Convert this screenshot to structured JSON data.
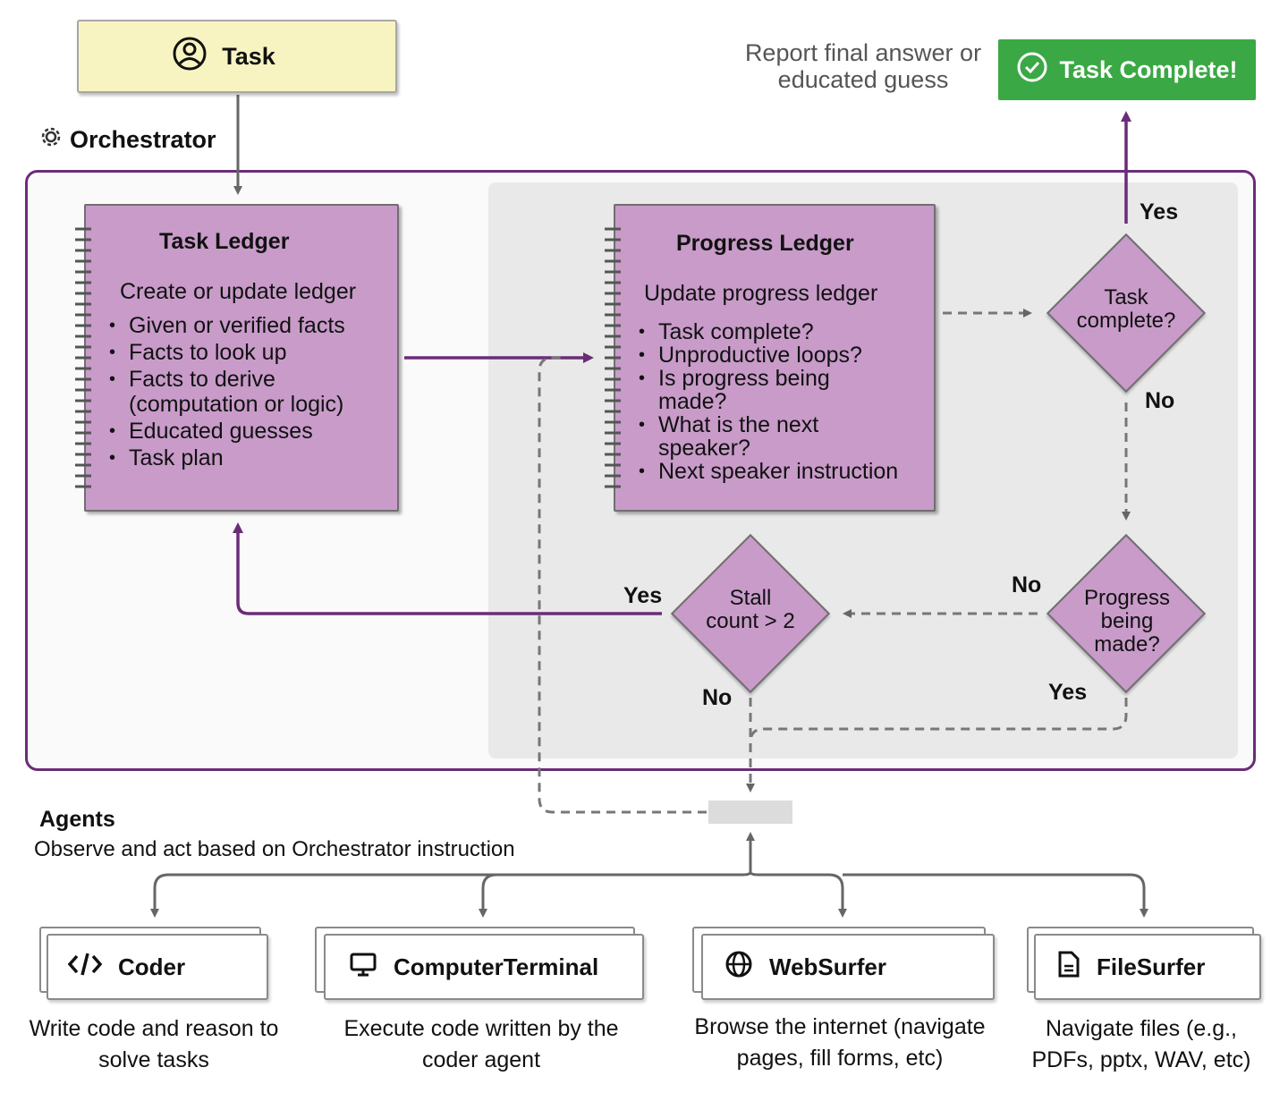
{
  "task": {
    "label": "Task",
    "icon": "user-circle-icon"
  },
  "orchestrator": {
    "title": "Orchestrator",
    "icon": "gear-icon"
  },
  "task_ledger": {
    "title": "Task Ledger",
    "subtitle": "Create or update ledger",
    "items": [
      "Given or verified facts",
      "Facts to look up",
      "Facts to derive (computation or logic)",
      "Educated guesses",
      "Task plan"
    ]
  },
  "progress_ledger": {
    "title": "Progress Ledger",
    "subtitle": "Update progress ledger",
    "items": [
      "Task complete?",
      "Unproductive loops?",
      "Is progress being made?",
      "What is the next speaker?",
      "Next speaker instruction"
    ]
  },
  "decisions": {
    "task_complete": "Task complete?",
    "progress": "Progress being made?",
    "stall": "Stall count > 2"
  },
  "labels": {
    "yes_top": "Yes",
    "no_task": "No",
    "no_progress": "No",
    "yes_progress": "Yes",
    "yes_stall": "Yes",
    "no_stall": "No"
  },
  "complete": {
    "report": "Report final answer or educated guess",
    "button": "Task Complete!",
    "icon": "check-circle-icon"
  },
  "agents": {
    "title": "Agents",
    "subtitle": "Observe and act based on Orchestrator instruction",
    "list": [
      {
        "name": "Coder",
        "icon": "code-icon",
        "desc": "Write code and reason to solve tasks"
      },
      {
        "name": "ComputerTerminal",
        "icon": "monitor-icon",
        "desc": "Execute code written by the coder agent"
      },
      {
        "name": "WebSurfer",
        "icon": "globe-icon",
        "desc": "Browse the internet (navigate pages, fill forms, etc)"
      },
      {
        "name": "FileSurfer",
        "icon": "file-icon",
        "desc": "Navigate files (e.g., PDFs, pptx, WAV, etc)"
      }
    ]
  },
  "colors": {
    "purple": "#6b2c78",
    "node": "#c89bc9",
    "green": "#3aa844",
    "task_bg": "#f8f4c2"
  }
}
